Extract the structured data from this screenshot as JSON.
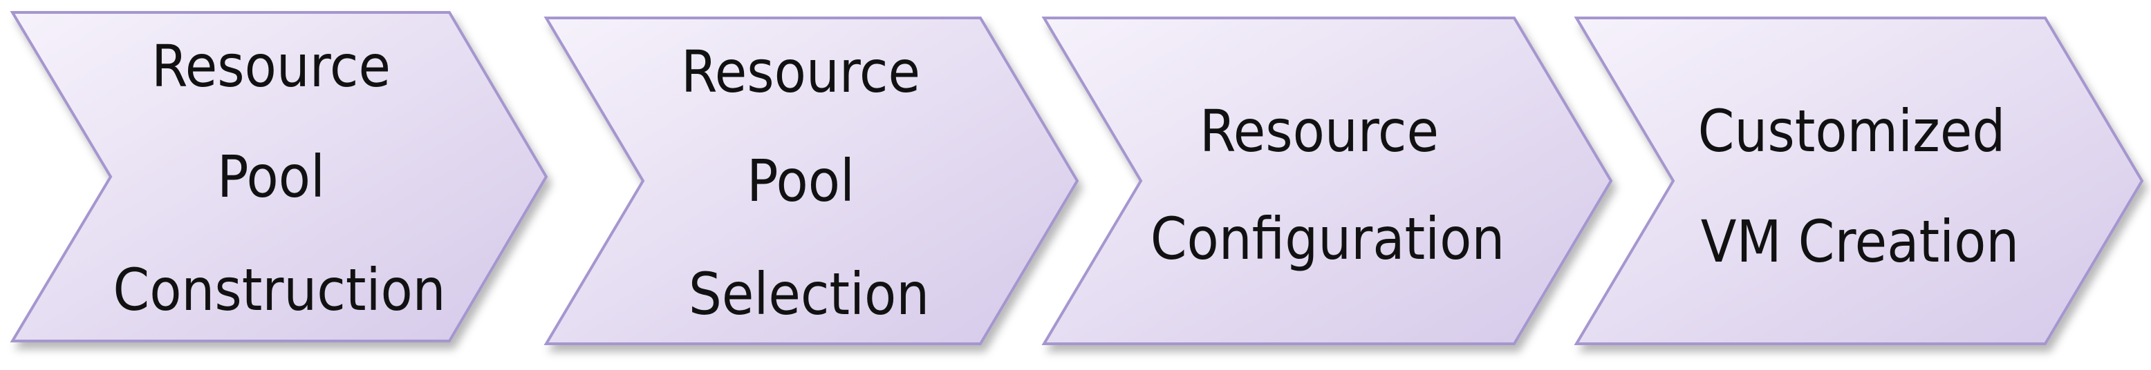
{
  "diagram": {
    "colors": {
      "fill_light": "#f6f2fb",
      "fill_dark": "#d5c9e9",
      "stroke": "#a596cf",
      "text": "#111111"
    },
    "steps": [
      {
        "lines": [
          "Resource",
          "Pool",
          "Construction"
        ]
      },
      {
        "lines": [
          "Resource",
          "Pool",
          "Selection"
        ]
      },
      {
        "lines": [
          "Resource",
          "Configuration"
        ]
      },
      {
        "lines": [
          "Customized",
          "VM Creation"
        ]
      }
    ]
  }
}
